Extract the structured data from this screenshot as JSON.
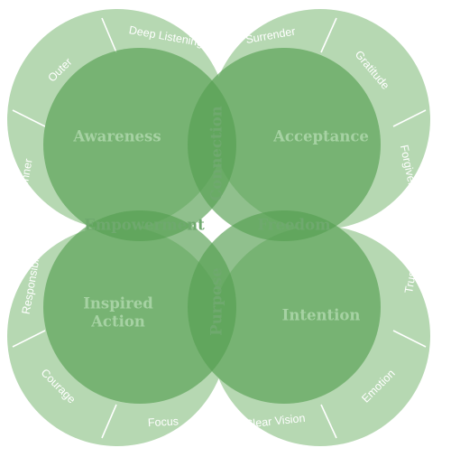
{
  "quadrants": {
    "top_left": {
      "title": "Awareness",
      "ring": [
        "Deep Listening",
        "Outer",
        "Inner"
      ]
    },
    "top_right": {
      "title": "Acceptance",
      "ring": [
        "Surrender",
        "Gratitude",
        "Forgiveness"
      ]
    },
    "bottom_left": {
      "title_line1": "Inspired",
      "title_line2": "Action",
      "ring": [
        "Responsibility",
        "Courage",
        "Focus"
      ]
    },
    "bottom_right": {
      "title": "Intention",
      "ring": [
        "Trust",
        "Emotion",
        "Clear Vision"
      ]
    }
  },
  "overlaps": {
    "top": "Connection",
    "left": "Empowerment",
    "right": "Freedom",
    "bottom": "Purpose"
  },
  "colors": {
    "ring_fill": "#b6d8b2",
    "ring_divider": "#ffffff",
    "circle_fill": "#56a052",
    "ring_text": "#ffffff",
    "circle_text": "#a6d2a3",
    "lens_text": "#6fa96e"
  }
}
